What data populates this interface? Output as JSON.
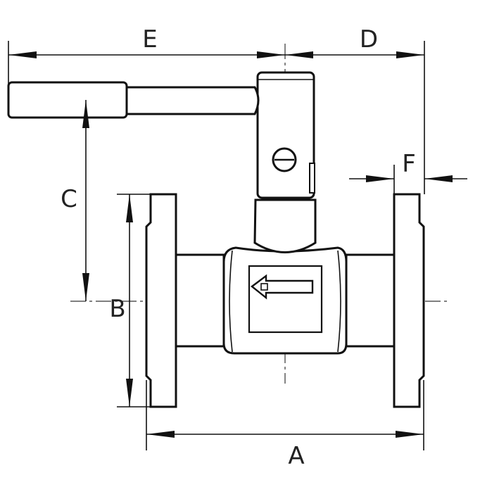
{
  "drawing": {
    "labels": {
      "A": "A",
      "B": "B",
      "C": "C",
      "D": "D",
      "E": "E",
      "F": "F"
    },
    "flow_arrow": "arrow-left",
    "line_color": "#111111",
    "background": "#ffffff"
  }
}
